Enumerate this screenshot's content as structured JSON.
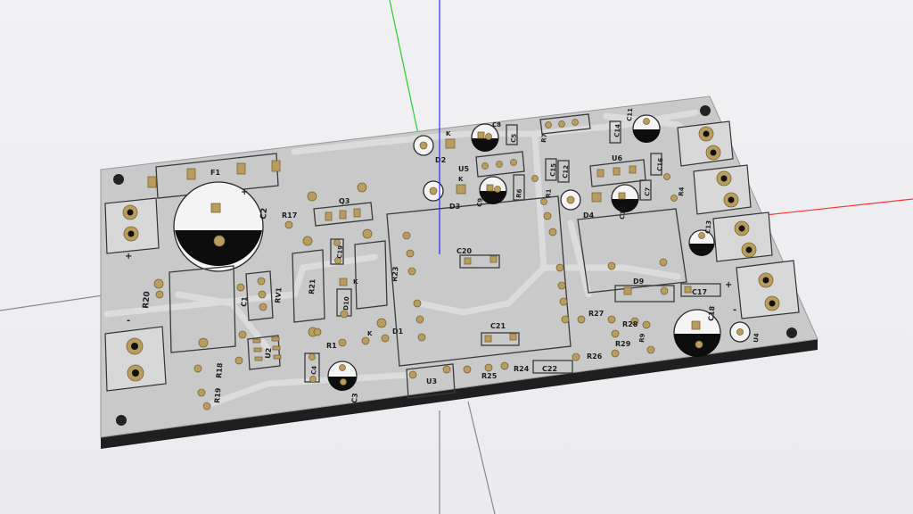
{
  "viewer": {
    "colors": {
      "background": "#eeeef3",
      "board": "#c9c9c9",
      "copper_pad": "#b99d5e",
      "silkscreen": "#1d1d1d",
      "axis_x": "#ff3030",
      "axis_y": "#28d028",
      "axis_z": "#2828ff",
      "axis_grid": "#8a8a8a"
    }
  },
  "components": {
    "F1": "F1",
    "C2": "C2",
    "R17": "R17",
    "Q3": "Q3",
    "D2": "D2",
    "D3": "D3",
    "K1": "K",
    "K2": "K",
    "C8": "C8",
    "C5": "C5",
    "R7": "R7",
    "U5": "U5",
    "C9": "C9",
    "R6": "R6",
    "R1": "R1",
    "C12": "C12",
    "C15": "C15",
    "U6": "U6",
    "C16": "C16",
    "C14": "C14",
    "C11": "C11",
    "D4": "D4",
    "C10": "C10",
    "C7": "C7",
    "R4": "R4",
    "C13": "C13",
    "C19": "C19",
    "R21": "R21",
    "R23": "R23",
    "RV1": "RV1",
    "C1": "C1",
    "R20": "R20",
    "D10": "D10",
    "K3": "K",
    "K4": "K",
    "C20": "C20",
    "C21": "C21",
    "D9": "D9",
    "C17": "C17",
    "C18": "C18",
    "U4": "U4",
    "R27": "R27",
    "R28": "R28",
    "R29": "R29",
    "R9": "R9",
    "R18": "R18",
    "R19": "R19",
    "U2": "U2",
    "C4": "C4",
    "C3": "C3",
    "R1b": "R1",
    "D1": "D1",
    "U3": "U3",
    "R25": "R25",
    "R24": "R24",
    "C22": "C22",
    "R26": "R26"
  },
  "polarity": {
    "plus": "+",
    "minus": "-"
  }
}
